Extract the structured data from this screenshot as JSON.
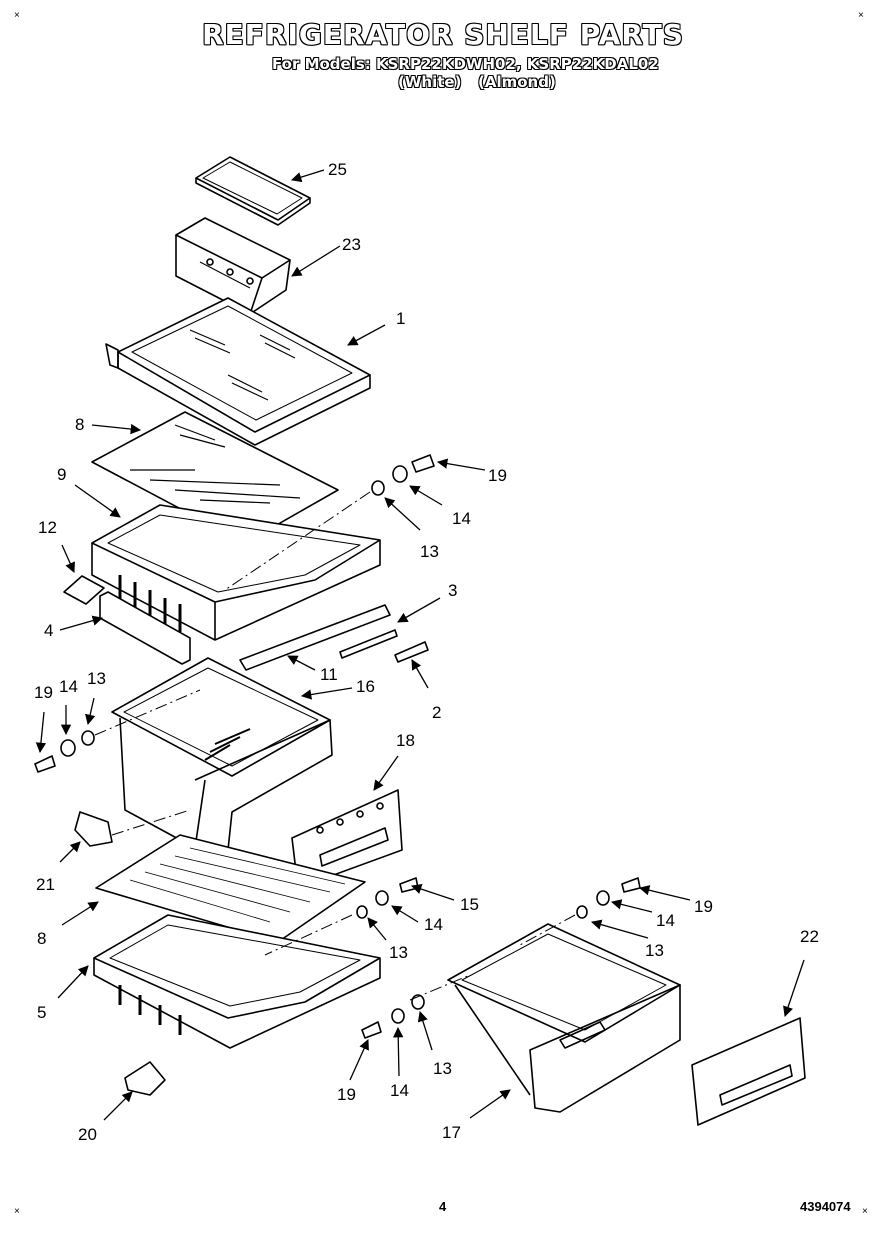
{
  "header": {
    "title": "REFRIGERATOR SHELF PARTS",
    "models_line": "For Models: KSRP22KDWH02, KSRP22KDAL02",
    "variant_white": "(White)",
    "variant_almond": "(Almond)"
  },
  "corner_marks": {
    "top_left": "×",
    "top_right": "×",
    "bottom_left": "×",
    "bottom_right": "×"
  },
  "footer": {
    "page_number": "4",
    "doc_number": "4394074"
  },
  "callouts": [
    {
      "id": "c25",
      "text": "25"
    },
    {
      "id": "c23",
      "text": "23"
    },
    {
      "id": "c1",
      "text": "1"
    },
    {
      "id": "c8a",
      "text": "8"
    },
    {
      "id": "c19a",
      "text": "19"
    },
    {
      "id": "c9",
      "text": "9"
    },
    {
      "id": "c14a",
      "text": "14"
    },
    {
      "id": "c13a",
      "text": "13"
    },
    {
      "id": "c12",
      "text": "12"
    },
    {
      "id": "c3",
      "text": "3"
    },
    {
      "id": "c4",
      "text": "4"
    },
    {
      "id": "c11",
      "text": "11"
    },
    {
      "id": "c2",
      "text": "2"
    },
    {
      "id": "c19b",
      "text": "19"
    },
    {
      "id": "c14b",
      "text": "14"
    },
    {
      "id": "c13b",
      "text": "13"
    },
    {
      "id": "c16",
      "text": "16"
    },
    {
      "id": "c18",
      "text": "18"
    },
    {
      "id": "c21",
      "text": "21"
    },
    {
      "id": "c15",
      "text": "15"
    },
    {
      "id": "c14c",
      "text": "14"
    },
    {
      "id": "c8b",
      "text": "8"
    },
    {
      "id": "c13c",
      "text": "13"
    },
    {
      "id": "c19c",
      "text": "19"
    },
    {
      "id": "c14d",
      "text": "14"
    },
    {
      "id": "c13d",
      "text": "13"
    },
    {
      "id": "c22",
      "text": "22"
    },
    {
      "id": "c5",
      "text": "5"
    },
    {
      "id": "c19d",
      "text": "19"
    },
    {
      "id": "c14e",
      "text": "14"
    },
    {
      "id": "c13e",
      "text": "13"
    },
    {
      "id": "c17",
      "text": "17"
    },
    {
      "id": "c20",
      "text": "20"
    }
  ]
}
